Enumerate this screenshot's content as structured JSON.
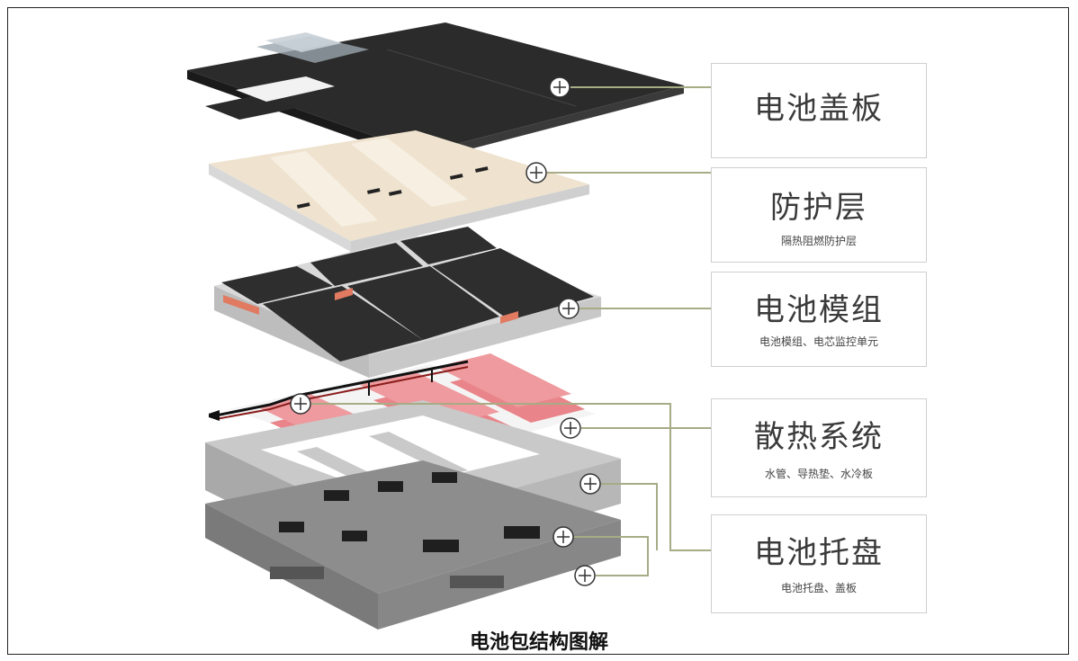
{
  "labels": [
    {
      "title": "电池盖板",
      "subtitle": ""
    },
    {
      "title": "防护层",
      "subtitle": "隔热阻燃防护层"
    },
    {
      "title": "电池模组",
      "subtitle": "电池模组、电芯监控单元"
    },
    {
      "title": "散热系统",
      "subtitle": "水管、导热垫、水冷板"
    },
    {
      "title": "电池托盘",
      "subtitle": "电池托盘、盖板"
    }
  ],
  "caption": "电池包结构图解",
  "colors": {
    "cover": "#2b2b2b",
    "protective_layer": "#efe3cf",
    "module_cells": "#2e2e2e",
    "cooling_pads": "#e9858a",
    "tray": "#b7b7b7",
    "leader_line": "#a7ab86"
  },
  "icon_names": [
    "plus-circle-icon"
  ]
}
